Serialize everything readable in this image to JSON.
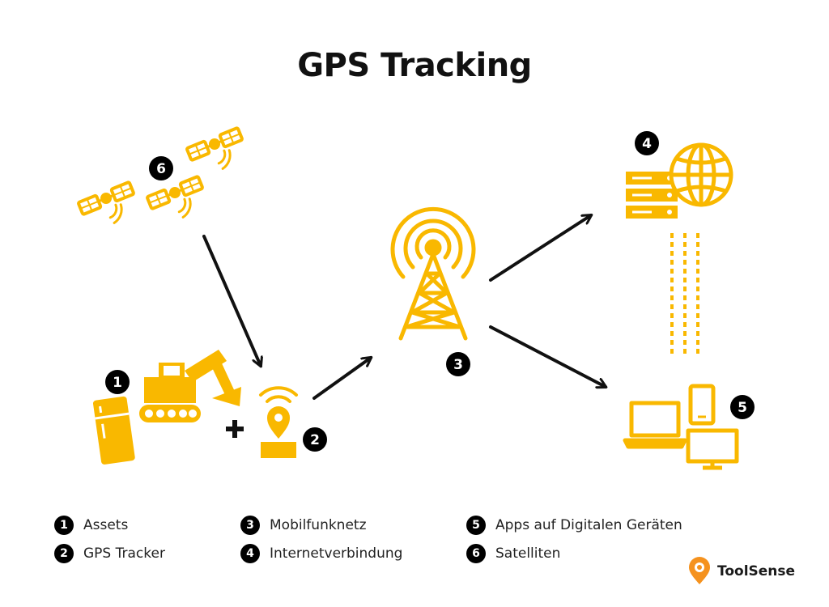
{
  "title": "GPS Tracking",
  "nodes": {
    "assets": {
      "number": "1"
    },
    "gps_tracker": {
      "number": "2"
    },
    "cell_tower": {
      "number": "3"
    },
    "internet": {
      "number": "4"
    },
    "devices": {
      "number": "5"
    },
    "satellites": {
      "number": "6"
    }
  },
  "legend": [
    {
      "number": "1",
      "label": "Assets"
    },
    {
      "number": "2",
      "label": "GPS Tracker"
    },
    {
      "number": "3",
      "label": "Mobilfunknetz"
    },
    {
      "number": "4",
      "label": "Internetverbindung"
    },
    {
      "number": "5",
      "label": "Apps auf Digitalen Geräten"
    },
    {
      "number": "6",
      "label": "Satelliten"
    }
  ],
  "logo": {
    "text": "ToolSense",
    "icon": "location-pin-icon"
  },
  "colors": {
    "accent": "#F9B800",
    "arrow": "#111111",
    "badge": "#000000",
    "logo_pin": "#F5921E"
  }
}
